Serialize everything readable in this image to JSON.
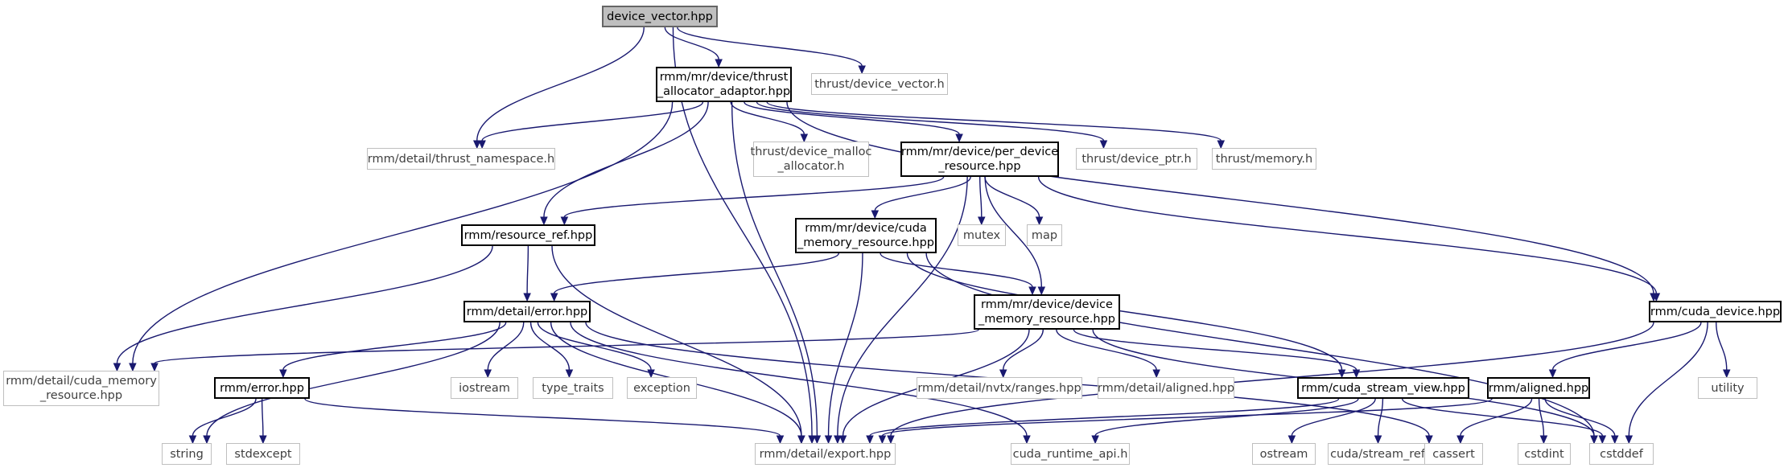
{
  "colors": {
    "edge": "#191970",
    "root_fill": "#bfbfbf",
    "solid_border": "#000000",
    "external_border": "#bfbfbf"
  },
  "nodes": [
    {
      "id": "device_vector",
      "label": "device_vector.hpp",
      "style": "root"
    },
    {
      "id": "thrust_allocator_adaptor",
      "label": "rmm/mr/device/thrust\n_allocator_adaptor.hpp",
      "style": "solid"
    },
    {
      "id": "thrust_device_vector_h",
      "label": "thrust/device_vector.h",
      "style": "external"
    },
    {
      "id": "thrust_namespace",
      "label": "rmm/detail/thrust_namespace.h",
      "style": "external"
    },
    {
      "id": "device_malloc_allocator",
      "label": "thrust/device_malloc\n_allocator.h",
      "style": "external"
    },
    {
      "id": "per_device_resource",
      "label": "rmm/mr/device/per_device\n_resource.hpp",
      "style": "solid"
    },
    {
      "id": "device_ptr",
      "label": "thrust/device_ptr.h",
      "style": "external"
    },
    {
      "id": "thrust_memory",
      "label": "thrust/memory.h",
      "style": "external"
    },
    {
      "id": "resource_ref",
      "label": "rmm/resource_ref.hpp",
      "style": "solid"
    },
    {
      "id": "cuda_memory_resource",
      "label": "rmm/mr/device/cuda\n_memory_resource.hpp",
      "style": "solid"
    },
    {
      "id": "mutex",
      "label": "mutex",
      "style": "external"
    },
    {
      "id": "map",
      "label": "map",
      "style": "external"
    },
    {
      "id": "error_detail",
      "label": "rmm/detail/error.hpp",
      "style": "solid"
    },
    {
      "id": "device_memory_resource",
      "label": "rmm/mr/device/device\n_memory_resource.hpp",
      "style": "solid"
    },
    {
      "id": "cuda_device",
      "label": "rmm/cuda_device.hpp",
      "style": "solid"
    },
    {
      "id": "detail_cuda_memory_resource",
      "label": "rmm/detail/cuda_memory\n_resource.hpp",
      "style": "external"
    },
    {
      "id": "rmm_error",
      "label": "rmm/error.hpp",
      "style": "solid"
    },
    {
      "id": "iostream",
      "label": "iostream",
      "style": "external"
    },
    {
      "id": "type_traits",
      "label": "type_traits",
      "style": "external"
    },
    {
      "id": "exception",
      "label": "exception",
      "style": "external"
    },
    {
      "id": "nvtx_ranges",
      "label": "rmm/detail/nvtx/ranges.hpp",
      "style": "external"
    },
    {
      "id": "detail_aligned",
      "label": "rmm/detail/aligned.hpp",
      "style": "external"
    },
    {
      "id": "cuda_stream_view",
      "label": "rmm/cuda_stream_view.hpp",
      "style": "solid"
    },
    {
      "id": "rmm_aligned",
      "label": "rmm/aligned.hpp",
      "style": "solid"
    },
    {
      "id": "utility",
      "label": "utility",
      "style": "external"
    },
    {
      "id": "string",
      "label": "string",
      "style": "external"
    },
    {
      "id": "stdexcept",
      "label": "stdexcept",
      "style": "external"
    },
    {
      "id": "export",
      "label": "rmm/detail/export.hpp",
      "style": "external"
    },
    {
      "id": "cuda_runtime_api",
      "label": "cuda_runtime_api.h",
      "style": "external"
    },
    {
      "id": "ostream",
      "label": "ostream",
      "style": "external"
    },
    {
      "id": "stream_ref",
      "label": "cuda/stream_ref",
      "style": "external"
    },
    {
      "id": "cassert",
      "label": "cassert",
      "style": "external"
    },
    {
      "id": "cstdint",
      "label": "cstdint",
      "style": "external"
    },
    {
      "id": "cstddef",
      "label": "cstddef",
      "style": "external"
    }
  ],
  "edges": [
    {
      "from": "device_vector",
      "to": "thrust_allocator_adaptor"
    },
    {
      "from": "device_vector",
      "to": "thrust_device_vector_h"
    },
    {
      "from": "device_vector",
      "to": "thrust_namespace"
    },
    {
      "from": "device_vector",
      "to": "export"
    },
    {
      "from": "thrust_allocator_adaptor",
      "to": "thrust_namespace"
    },
    {
      "from": "thrust_allocator_adaptor",
      "to": "device_malloc_allocator"
    },
    {
      "from": "thrust_allocator_adaptor",
      "to": "per_device_resource"
    },
    {
      "from": "thrust_allocator_adaptor",
      "to": "device_ptr"
    },
    {
      "from": "thrust_allocator_adaptor",
      "to": "thrust_memory"
    },
    {
      "from": "thrust_allocator_adaptor",
      "to": "cuda_device"
    },
    {
      "from": "thrust_allocator_adaptor",
      "to": "resource_ref"
    },
    {
      "from": "thrust_allocator_adaptor",
      "to": "detail_cuda_memory_resource"
    },
    {
      "from": "thrust_allocator_adaptor",
      "to": "export"
    },
    {
      "from": "per_device_resource",
      "to": "resource_ref"
    },
    {
      "from": "per_device_resource",
      "to": "cuda_memory_resource"
    },
    {
      "from": "per_device_resource",
      "to": "mutex"
    },
    {
      "from": "per_device_resource",
      "to": "map"
    },
    {
      "from": "per_device_resource",
      "to": "device_memory_resource"
    },
    {
      "from": "per_device_resource",
      "to": "cuda_device"
    },
    {
      "from": "per_device_resource",
      "to": "export"
    },
    {
      "from": "resource_ref",
      "to": "error_detail"
    },
    {
      "from": "resource_ref",
      "to": "detail_cuda_memory_resource"
    },
    {
      "from": "resource_ref",
      "to": "export"
    },
    {
      "from": "cuda_memory_resource",
      "to": "error_detail"
    },
    {
      "from": "cuda_memory_resource",
      "to": "device_memory_resource"
    },
    {
      "from": "cuda_memory_resource",
      "to": "cuda_stream_view"
    },
    {
      "from": "cuda_memory_resource",
      "to": "cstddef"
    },
    {
      "from": "cuda_memory_resource",
      "to": "export"
    },
    {
      "from": "error_detail",
      "to": "rmm_error"
    },
    {
      "from": "error_detail",
      "to": "iostream"
    },
    {
      "from": "error_detail",
      "to": "type_traits"
    },
    {
      "from": "error_detail",
      "to": "exception"
    },
    {
      "from": "error_detail",
      "to": "string"
    },
    {
      "from": "error_detail",
      "to": "cassert"
    },
    {
      "from": "error_detail",
      "to": "cuda_runtime_api"
    },
    {
      "from": "error_detail",
      "to": "export"
    },
    {
      "from": "device_memory_resource",
      "to": "detail_cuda_memory_resource"
    },
    {
      "from": "device_memory_resource",
      "to": "nvtx_ranges"
    },
    {
      "from": "device_memory_resource",
      "to": "detail_aligned"
    },
    {
      "from": "device_memory_resource",
      "to": "cuda_stream_view"
    },
    {
      "from": "device_memory_resource",
      "to": "cstddef"
    },
    {
      "from": "device_memory_resource",
      "to": "export"
    },
    {
      "from": "cuda_device",
      "to": "rmm_aligned"
    },
    {
      "from": "cuda_device",
      "to": "utility"
    },
    {
      "from": "cuda_device",
      "to": "cstddef"
    },
    {
      "from": "cuda_device",
      "to": "export"
    },
    {
      "from": "rmm_error",
      "to": "string"
    },
    {
      "from": "rmm_error",
      "to": "stdexcept"
    },
    {
      "from": "rmm_error",
      "to": "export"
    },
    {
      "from": "cuda_stream_view",
      "to": "export"
    },
    {
      "from": "cuda_stream_view",
      "to": "cuda_runtime_api"
    },
    {
      "from": "cuda_stream_view",
      "to": "ostream"
    },
    {
      "from": "cuda_stream_view",
      "to": "stream_ref"
    },
    {
      "from": "cuda_stream_view",
      "to": "cstddef"
    },
    {
      "from": "rmm_aligned",
      "to": "cassert"
    },
    {
      "from": "rmm_aligned",
      "to": "cstdint"
    },
    {
      "from": "rmm_aligned",
      "to": "cstddef"
    },
    {
      "from": "rmm_aligned",
      "to": "export"
    }
  ]
}
